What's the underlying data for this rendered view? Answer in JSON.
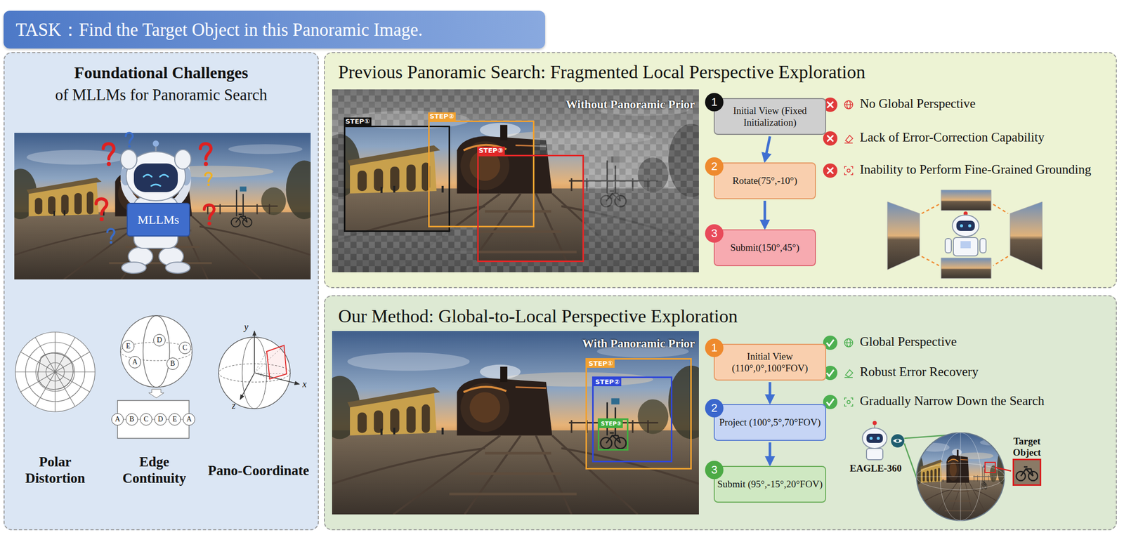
{
  "diagram": {
    "nodes": [
      {
        "text": [
          "TASK：Find the Target Object in this Panoramic Image."
        ]
      },
      {
        "text": [
          "Foundational Challenges",
          "of MLLMs for Panoramic Search"
        ]
      },
      {
        "text": [
          "MLLMs"
        ],
        "in": 1
      },
      {
        "text": [
          "Previous Panoramic Search: Fragmented Local Perspective Exploration"
        ]
      },
      {
        "text": [
          "STEP①"
        ],
        "in": 3
      },
      {
        "text": [
          "STEP②"
        ],
        "in": 3
      },
      {
        "text": [
          "STEP③"
        ],
        "in": 3
      },
      {
        "text": [
          "1"
        ],
        "in": 3
      },
      {
        "text": [
          "Initial View (Fixed Initialization)"
        ],
        "in": 3
      },
      {
        "text": [
          "2"
        ],
        "in": 3
      },
      {
        "text": [
          "Rotate(75°,-10°)"
        ],
        "in": 3
      },
      {
        "text": [
          "3"
        ],
        "in": 3
      },
      {
        "text": [
          "Submit(150°,45°)"
        ],
        "in": 3
      },
      {
        "text": [
          "Our Method: Global-to-Local Perspective Exploration"
        ]
      },
      {
        "text": [
          "STEP①"
        ],
        "in": 13
      },
      {
        "text": [
          "STEP②"
        ],
        "in": 14
      },
      {
        "text": [
          "STEP③"
        ],
        "in": 15
      },
      {
        "text": [
          "1"
        ],
        "in": 13
      },
      {
        "text": [
          "Initial View (110°,0°,100°FOV)"
        ],
        "in": 13
      },
      {
        "text": [
          "2"
        ],
        "in": 13
      },
      {
        "text": [
          "Project (100°,5°,70°FOV)"
        ],
        "in": 13
      },
      {
        "text": [
          "3"
        ],
        "in": 13
      },
      {
        "text": [
          "Submit (95°,-15°,20°FOV)"
        ],
        "in": 13
      },
      {
        "text": [
          "Target Object"
        ],
        "in": 13
      }
    ],
    "edges": [
      {
        "from": 8,
        "to": 10,
        "arrow": "to"
      },
      {
        "from": 10,
        "to": 12,
        "arrow": "to"
      },
      {
        "from": 18,
        "to": 20,
        "arrow": "to"
      },
      {
        "from": 20,
        "to": 22,
        "arrow": "to"
      }
    ],
    "labels": [
      "Polar Distortion",
      "Edge Continuity",
      "Pano-Coordinate",
      "E",
      "D",
      "C",
      "A",
      "B",
      "A",
      "B",
      "C",
      "D",
      "E",
      "A",
      "y",
      "x",
      "z",
      "Without Panoramic Prior",
      "No Global Perspective",
      "Lack of Error-Correction Capability",
      "Inability to Perform Fine-Grained Grounding",
      "With Panoramic Prior",
      "Global Perspective",
      "Robust Error Recovery",
      "Gradually Narrow Down the Search",
      "EAGLE-360"
    ]
  }
}
